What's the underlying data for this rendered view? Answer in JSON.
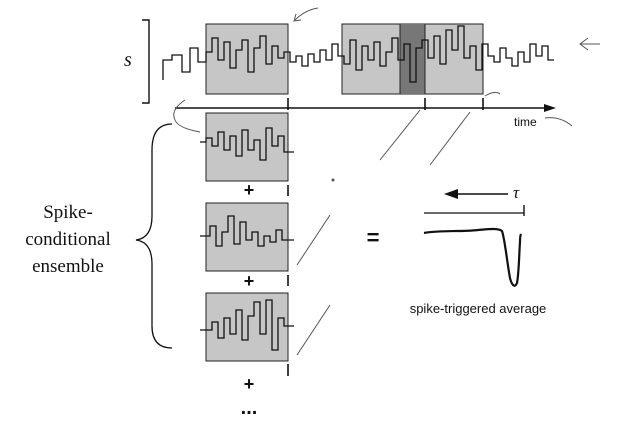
{
  "labels": {
    "stimulus_symbol": "s",
    "time_axis": "time",
    "ensemble_line1": "Spike-",
    "ensemble_line2": "conditional",
    "ensemble_line3": "ensemble",
    "tau": "τ",
    "equals": "=",
    "sta_caption": "spike-triggered average",
    "plus": "+",
    "ellipsis": "..."
  },
  "colors": {
    "ink": "#111111",
    "window_fill": "#c6c6c6",
    "window_fill_dark": "#777777",
    "annotation": "#555555"
  }
}
